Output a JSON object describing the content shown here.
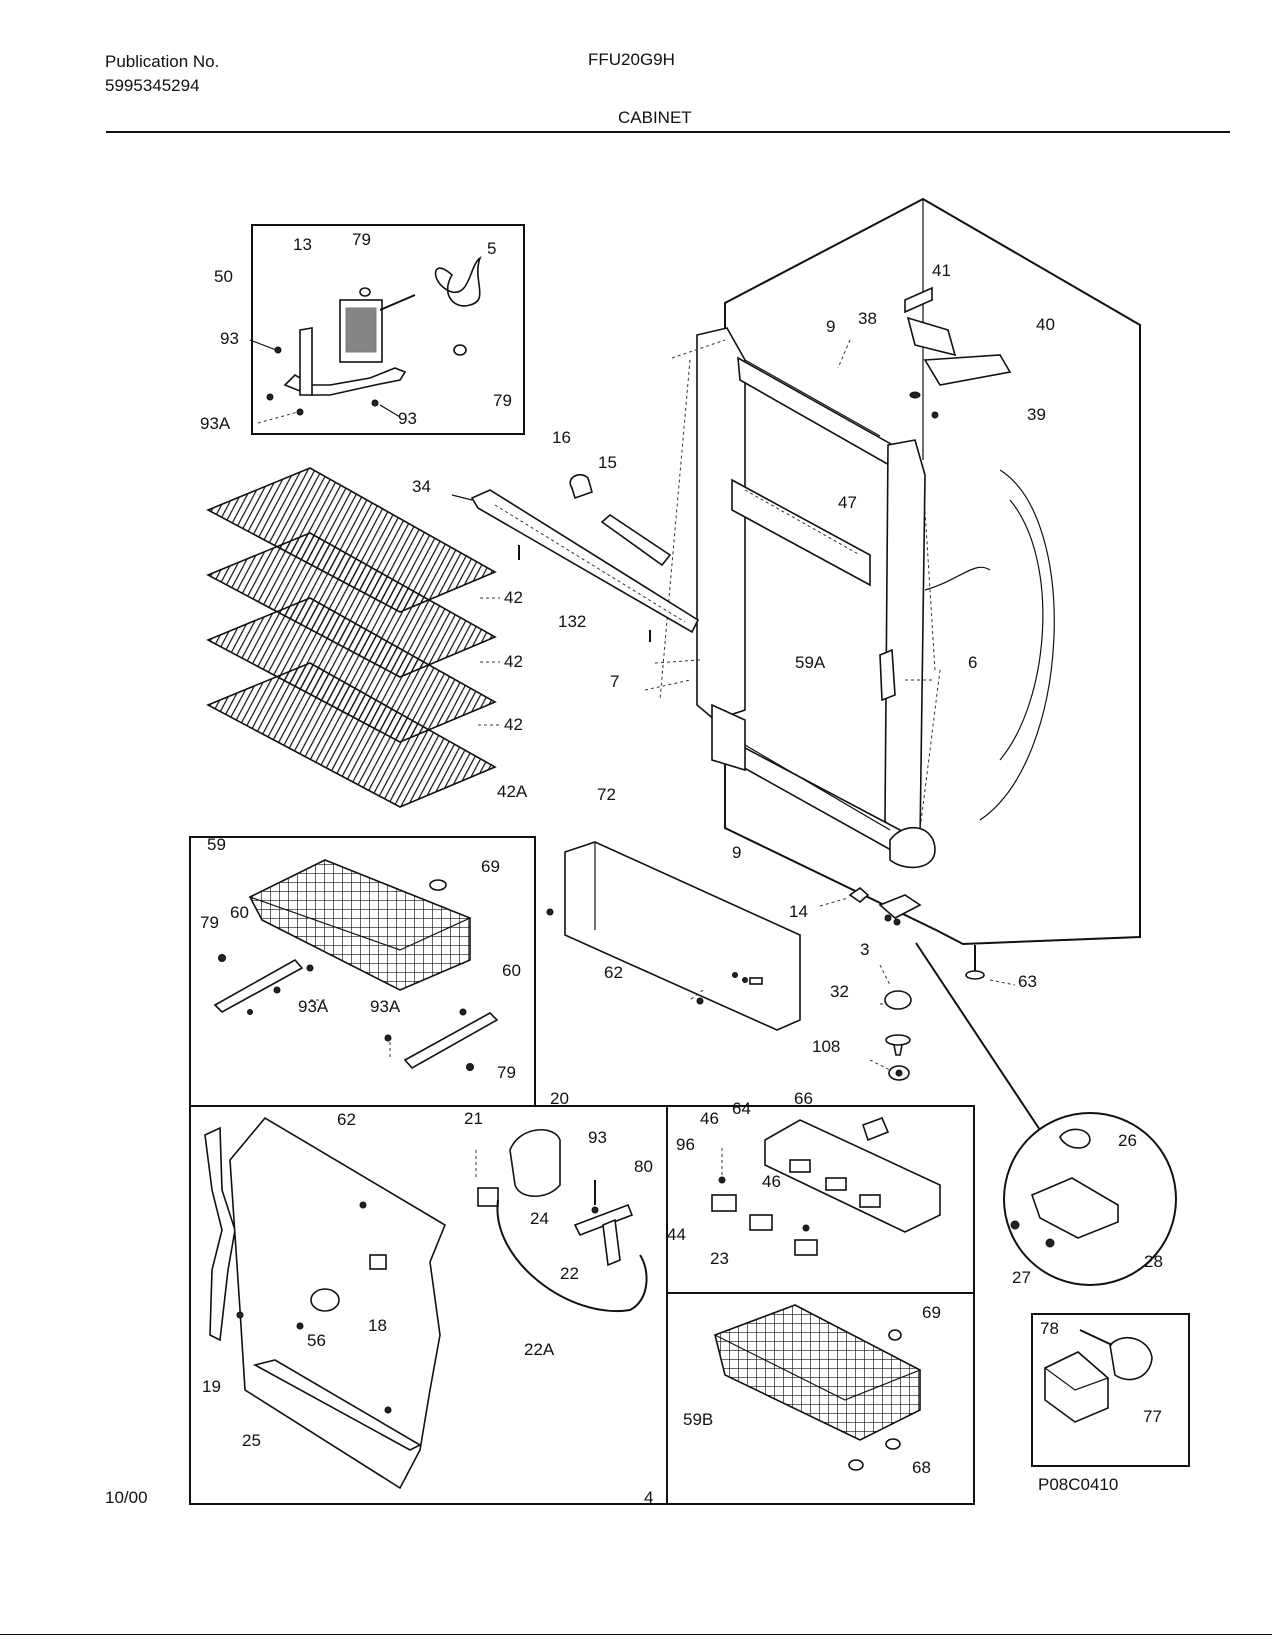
{
  "header": {
    "publication_label": "Publication No.",
    "publication_number": "5995345294",
    "model": "FFU20G9H",
    "section": "CABINET"
  },
  "footer": {
    "date": "10/00",
    "page": "4"
  },
  "callouts": {
    "c13": "13",
    "c79a": "79",
    "c5": "5",
    "c50": "50",
    "c93a": "93",
    "c79b": "79",
    "c93Aa": "93A",
    "c93b": "93",
    "c41": "41",
    "c38": "38",
    "c9a": "9",
    "c40": "40",
    "c39": "39",
    "c16": "16",
    "c15": "15",
    "c34": "34",
    "c47": "47",
    "c42a": "42",
    "c42b": "42",
    "c42c": "42",
    "c132": "132",
    "c59A": "59A",
    "c6": "6",
    "c7": "7",
    "c42A": "42A",
    "c72": "72",
    "c9b": "9",
    "c59": "59",
    "c69a": "69",
    "c79c": "79",
    "c60a": "60",
    "c60b": "60",
    "c93Ab": "93A",
    "c93Ac": "93A",
    "c79d": "79",
    "c14": "14",
    "c3": "3",
    "c62a": "62",
    "c32": "32",
    "c63": "63",
    "c108": "108",
    "c20": "20",
    "c62b": "62",
    "c21": "21",
    "c93c": "93",
    "c80": "80",
    "c24": "24",
    "c22": "22",
    "c18": "18",
    "c56": "56",
    "c22A": "22A",
    "c19": "19",
    "c25": "25",
    "c66": "66",
    "c46a": "46",
    "c64": "64",
    "c96": "96",
    "c46b": "46",
    "c44": "44",
    "c23": "23",
    "c26": "26",
    "c27": "27",
    "c28": "28",
    "c69b": "69",
    "c59B": "59B",
    "c68": "68",
    "c78": "78",
    "c77": "77"
  },
  "drawing_code": "P08C0410"
}
